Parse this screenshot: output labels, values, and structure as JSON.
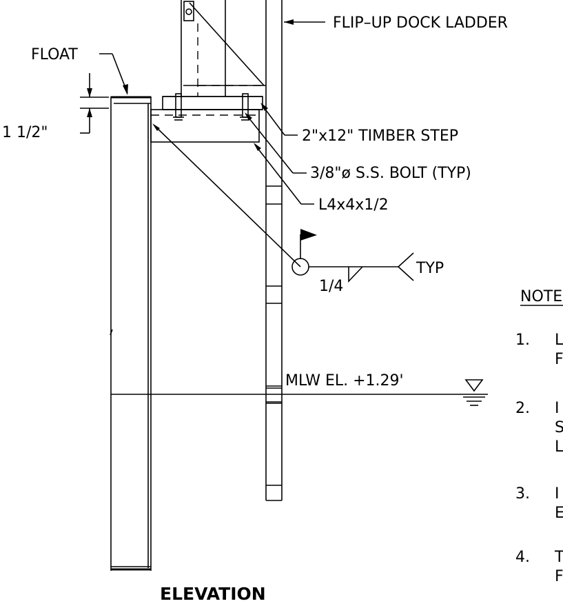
{
  "labels": {
    "ladder": "FLIP–UP DOCK LADDER",
    "float": "FLOAT",
    "dimension": "1 1/2\"",
    "timber_step": "2\"x12\" TIMBER STEP",
    "bolt": "3/8\"ø S.S. BOLT (TYP)",
    "angle": "L4x4x1/2",
    "weld_size": "1/4",
    "weld_tail": "TYP",
    "mlw": "MLW EL. +1.29'",
    "view_title": "ELEVATION"
  },
  "notes": {
    "heading": "NOTE",
    "items": [
      {
        "num": "1.",
        "lines": [
          "L",
          "F"
        ]
      },
      {
        "num": "2.",
        "lines": [
          "I",
          "S",
          "L"
        ]
      },
      {
        "num": "3.",
        "lines": [
          "I",
          "E"
        ]
      },
      {
        "num": "4.",
        "lines": [
          "T",
          "F"
        ]
      }
    ]
  }
}
